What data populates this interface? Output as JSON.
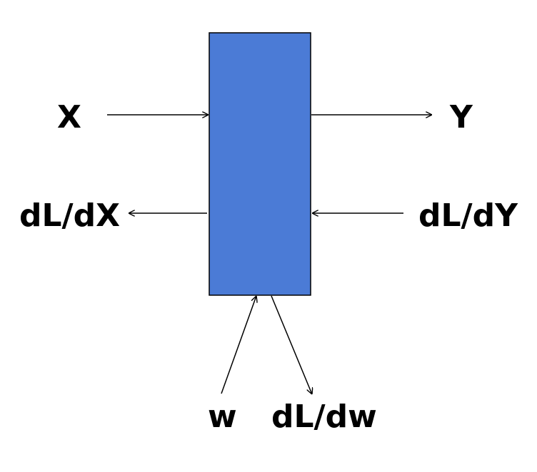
{
  "diagram": {
    "block_color": "#4b7bd6",
    "line_color": "#000000",
    "labels": {
      "x": "X",
      "y": "Y",
      "dl_dx": "dL/dX",
      "dl_dy": "dL/dY",
      "w": "w",
      "dl_dw": "dL/dw"
    }
  }
}
